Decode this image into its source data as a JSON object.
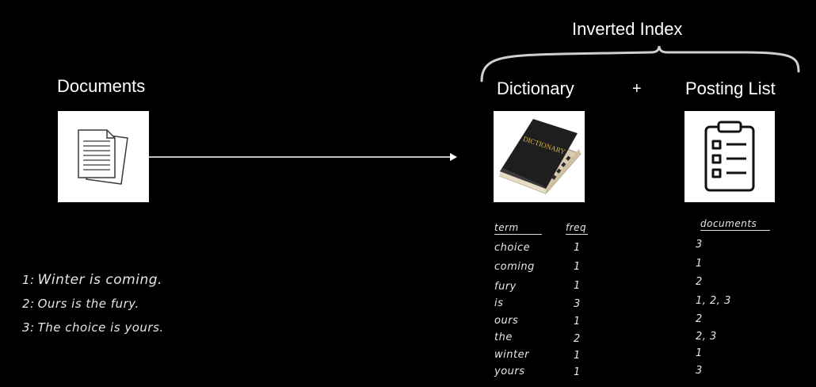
{
  "documents": {
    "title": "Documents",
    "icon": "document-stack-icon",
    "lines": [
      {
        "num": "1:",
        "text": "Winter is coming."
      },
      {
        "num": "2:",
        "text": "Ours is the fury."
      },
      {
        "num": "3:",
        "text": "The choice is yours."
      }
    ]
  },
  "index": {
    "title": "Inverted Index",
    "dictionary_label": "Dictionary",
    "plus": "+",
    "posting_label": "Posting List",
    "dictionary_icon": "dictionary-book-icon",
    "book_text": "DICTIONARY",
    "posting_icon": "clipboard-checklist-icon"
  },
  "table": {
    "headers": {
      "term": "term",
      "freq": "freq",
      "documents": "documents"
    },
    "rows": [
      {
        "term": "choice",
        "freq": "1",
        "documents": "3"
      },
      {
        "term": "coming",
        "freq": "1",
        "documents": "1"
      },
      {
        "term": "fury",
        "freq": "1",
        "documents": "2"
      },
      {
        "term": "is",
        "freq": "3",
        "documents": "1, 2, 3"
      },
      {
        "term": "ours",
        "freq": "1",
        "documents": "2"
      },
      {
        "term": "the",
        "freq": "2",
        "documents": "2, 3"
      },
      {
        "term": "winter",
        "freq": "1",
        "documents": "1"
      },
      {
        "term": "yours",
        "freq": "1",
        "documents": "3"
      }
    ]
  },
  "colors": {
    "background": "#000000",
    "foreground": "#ffffff",
    "chalk": "#e6e6e6"
  }
}
